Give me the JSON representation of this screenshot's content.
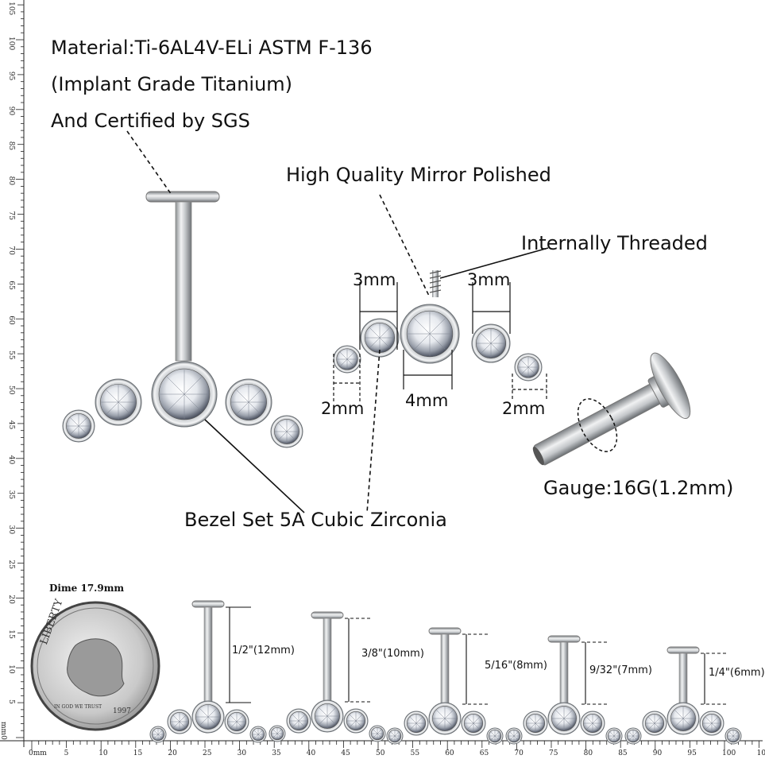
{
  "callouts": {
    "material_line1": "Material:Ti-6AL4V-ELi ASTM F-136",
    "material_line2": "(Implant Grade Titanium)",
    "material_line3": "And Certified by SGS",
    "polished": "High Quality Mirror Polished",
    "threaded": "Internally Threaded",
    "bezel": "Bezel Set 5A Cubic Zirconia",
    "gauge": "Gauge:16G(1.2mm)"
  },
  "dimensions": {
    "left_top": "3mm",
    "right_top": "3mm",
    "center_bottom": "4mm",
    "left_bottom": "2mm",
    "right_bottom": "2mm"
  },
  "coin": {
    "caption": "Dime 17.9mm",
    "word": "LIBERTY",
    "motto": "IN GOD WE TRUST",
    "year": "1997"
  },
  "sizes": [
    {
      "label": "1/2\"(12mm)"
    },
    {
      "label": "3/8\"(10mm)"
    },
    {
      "label": "5/16\"(8mm)"
    },
    {
      "label": "9/32\"(7mm)"
    },
    {
      "label": "1/4\"(6mm)"
    }
  ],
  "ruler": {
    "bottom_unit": "0mm",
    "bottom_labels": [
      "5",
      "10",
      "15",
      "20",
      "25",
      "30",
      "35",
      "40",
      "45",
      "50",
      "55",
      "60",
      "65",
      "70",
      "75",
      "80",
      "85",
      "90",
      "95",
      "100",
      "10"
    ],
    "left_unit": "mm0",
    "left_labels": [
      "5",
      "10",
      "15",
      "20",
      "25",
      "30",
      "35",
      "40",
      "45",
      "50",
      "55",
      "60",
      "65",
      "70",
      "75",
      "80",
      "85",
      "90",
      "95",
      "100",
      "105"
    ]
  }
}
